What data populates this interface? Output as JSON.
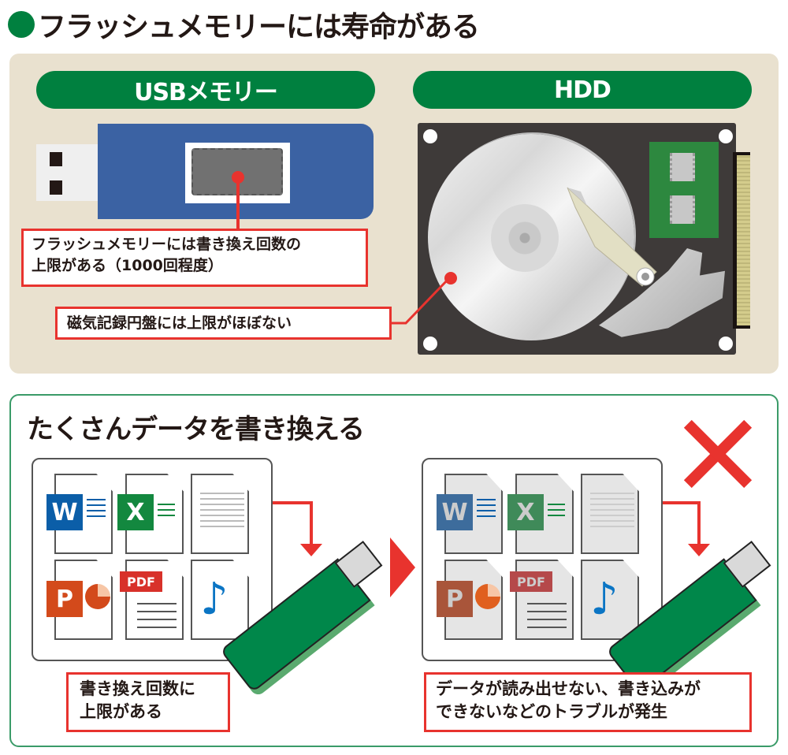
{
  "header": {
    "title": "フラッシュメモリーには寿命がある",
    "bullet_color": "#00803f"
  },
  "comparison": {
    "usb": {
      "label": "USBメモリー",
      "callout": {
        "line1": "フラッシュメモリーには書き換え回数の",
        "line2": "上限がある（1000回程度）"
      }
    },
    "hdd": {
      "label": "HDD",
      "callout": "磁気記録円盤には上限がほぼない"
    },
    "pill_color": "#00803f",
    "panel_color": "#e9e1cf",
    "callout_border_color": "#e8332e"
  },
  "scenario": {
    "title": "たくさんデータを書き換える",
    "files": [
      {
        "type": "word",
        "badge": "W"
      },
      {
        "type": "excel",
        "badge": "X"
      },
      {
        "type": "text",
        "badge": ""
      },
      {
        "type": "powerpoint",
        "badge": "P"
      },
      {
        "type": "pdf",
        "badge": "PDF"
      },
      {
        "type": "music",
        "badge": "♪"
      }
    ],
    "before_callout": {
      "line1": "書き換え回数に",
      "line2": "上限がある"
    },
    "after_callout": {
      "line1": "データが読み出せない、書き込みが",
      "line2": "できないなどのトラブルが発生"
    },
    "result_mark": "✕",
    "border_color": "#3a9b68",
    "usb_color": "#00874a"
  }
}
